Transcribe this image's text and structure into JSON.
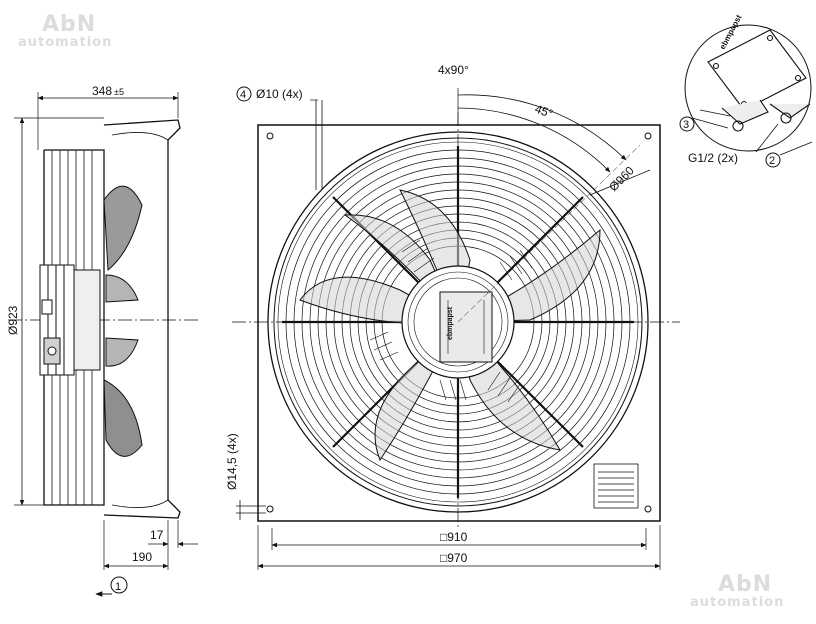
{
  "watermark": {
    "line1": "AbN",
    "line2": "automation"
  },
  "side_view": {
    "depth_label": "348",
    "depth_tolerance": "±5",
    "diameter_label": "Ø923",
    "flange_label": "17",
    "mount_label": "190",
    "view_marker": "1"
  },
  "front_view": {
    "hole_marker": "4",
    "hole_label": "Ø10 (4x)",
    "pitch_label": "4x90°",
    "angle_label": "45°",
    "circle_label": "Ø960",
    "slot_label": "Ø14,5 (4x)",
    "inner_square_label": "□910",
    "outer_square_label": "□970",
    "brand_text": "ebmpapst"
  },
  "detail_view": {
    "brand_text": "ebmpapst",
    "marker_3": "3",
    "marker_2": "2",
    "gland_label": "G1/2 (2x)"
  }
}
